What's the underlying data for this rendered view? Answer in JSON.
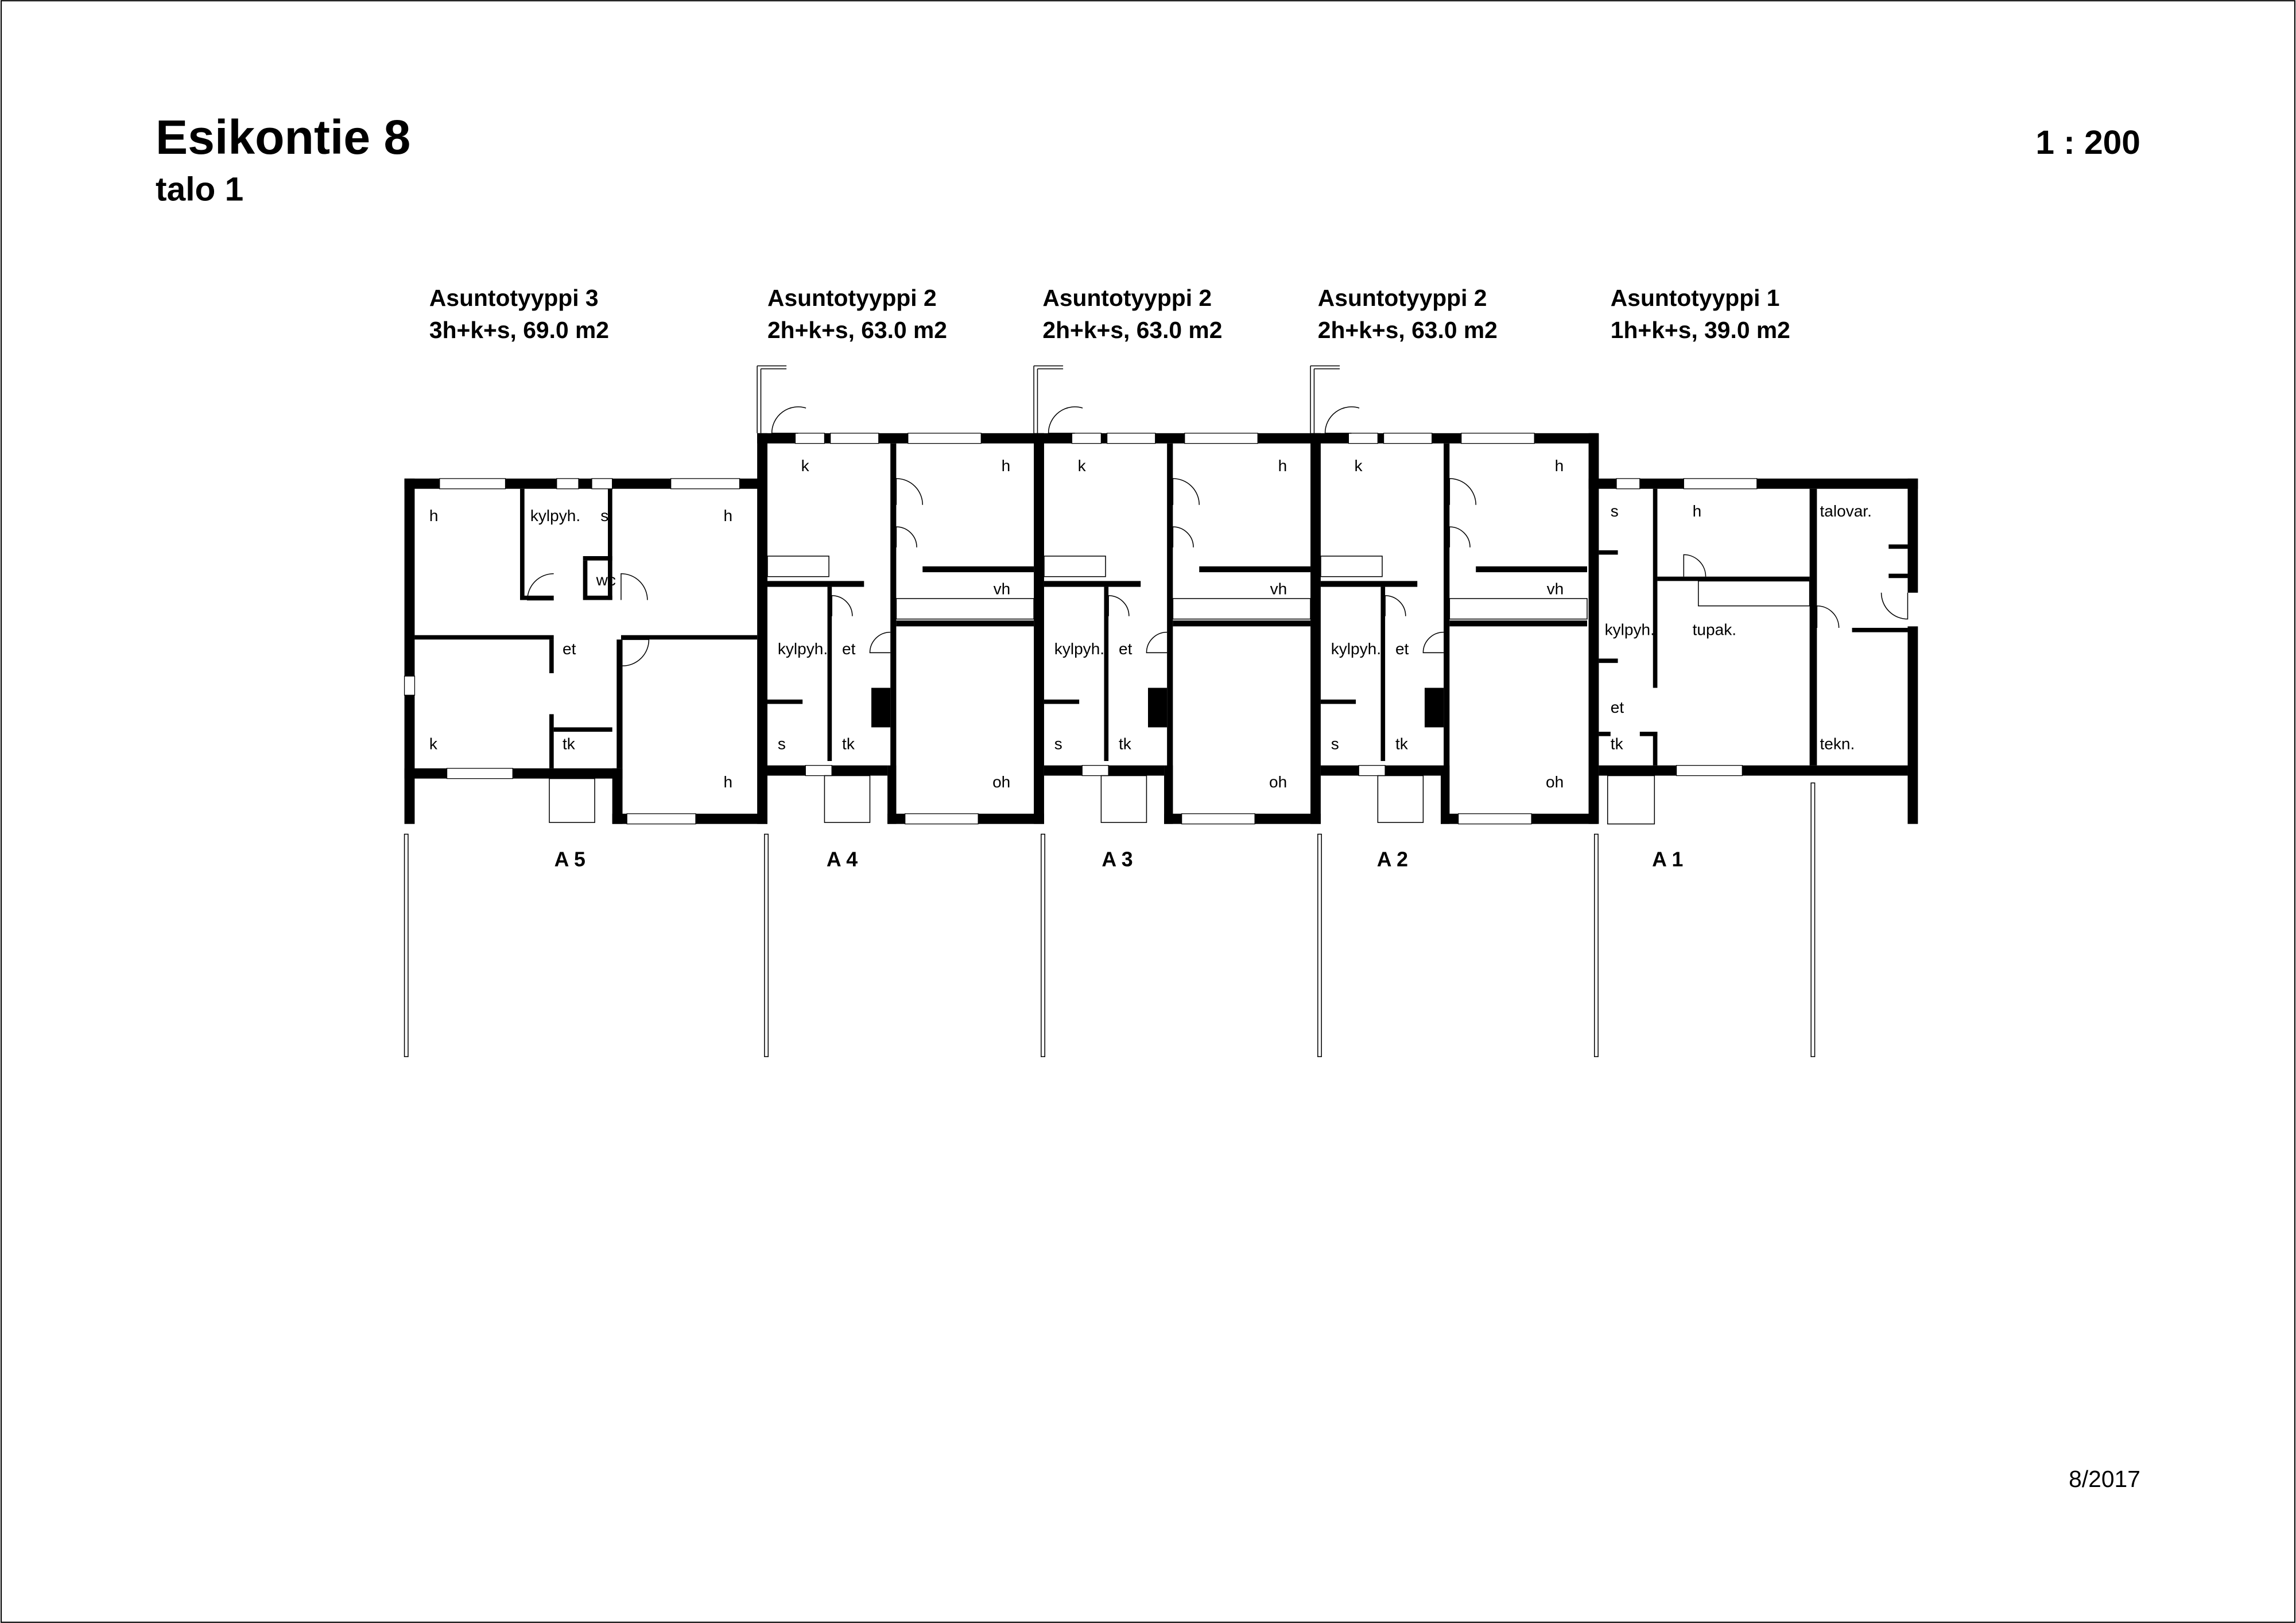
{
  "title": "Esikontie 8",
  "subtitle": "talo 1",
  "scale": "1 : 200",
  "date": "8/2017",
  "apartment_types": [
    {
      "type": "Asuntotyyppi 3",
      "spec": "3h+k+s, 69.0 m2"
    },
    {
      "type": "Asuntotyyppi 2",
      "spec": "2h+k+s, 63.0 m2"
    },
    {
      "type": "Asuntotyyppi 2",
      "spec": "2h+k+s, 63.0 m2"
    },
    {
      "type": "Asuntotyyppi 2",
      "spec": "2h+k+s, 63.0 m2"
    },
    {
      "type": "Asuntotyyppi 1",
      "spec": "1h+k+s, 39.0 m2"
    }
  ],
  "units": [
    {
      "label": "A 5",
      "rooms": [
        "h",
        "kylpyh.",
        "s",
        "h",
        "wc",
        "et",
        "k",
        "tk",
        "h"
      ]
    },
    {
      "label": "A 4",
      "rooms": [
        "k",
        "h",
        "vh",
        "kylpyh.",
        "et",
        "s",
        "tk",
        "oh"
      ]
    },
    {
      "label": "A 3",
      "rooms": [
        "k",
        "h",
        "vh",
        "kylpyh.",
        "et",
        "s",
        "tk",
        "oh"
      ]
    },
    {
      "label": "A 2",
      "rooms": [
        "k",
        "h",
        "vh",
        "kylpyh.",
        "et",
        "s",
        "tk",
        "oh"
      ]
    },
    {
      "label": "A 1",
      "rooms": [
        "s",
        "h",
        "talovar.",
        "kylpyh.",
        "tupak.",
        "et",
        "tk",
        "tekn."
      ]
    }
  ]
}
